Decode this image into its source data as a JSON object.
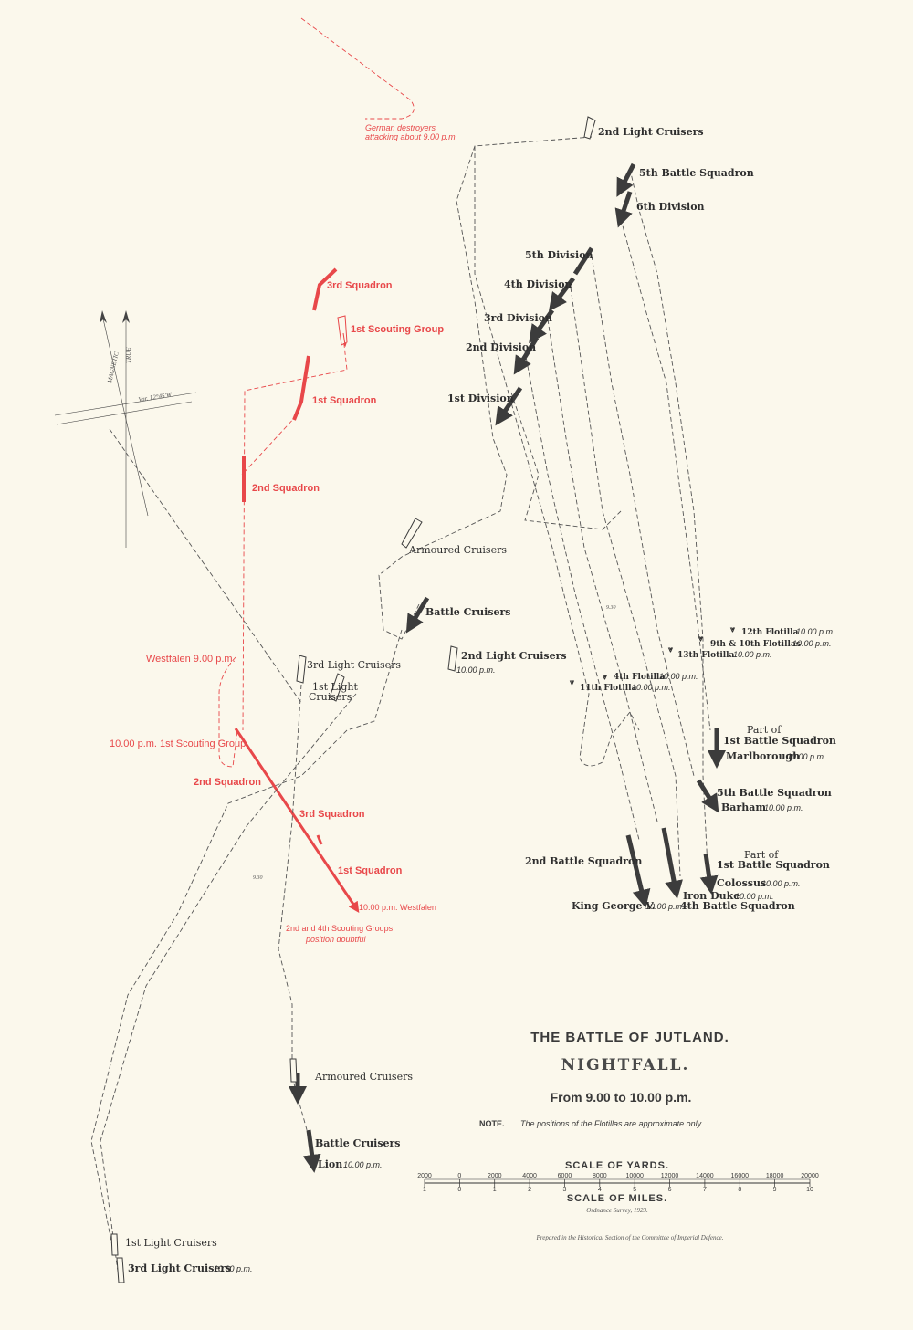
{
  "title": "THE BATTLE OF JUTLAND.",
  "subtitle": "NIGHTFALL.",
  "time_range": "From 9.00 to 10.00 p.m.",
  "note_label": "NOTE.",
  "note_text": "The positions of the Flotillas are approximate only.",
  "scale_yards_label": "SCALE OF YARDS.",
  "scale_miles_label": "SCALE OF MILES.",
  "yard_ticks": [
    "2000",
    "0",
    "2000",
    "4000",
    "6000",
    "8000",
    "10000",
    "12000",
    "14000",
    "16000",
    "18000",
    "20000"
  ],
  "mile_ticks": [
    "1",
    "0",
    "1",
    "2",
    "3",
    "4",
    "5",
    "6",
    "7",
    "8",
    "9",
    "10"
  ],
  "survey_credit": "Ordnance Survey, 1923.",
  "prepared_by": "Prepared in the Historical Section of the Committee of Imperial Defence.",
  "compass": {
    "magnetic": "MAGNETIC",
    "true": "TRUE",
    "variation": "Var. 12°45'W"
  },
  "german_labels": {
    "destroyers": "German destroyers",
    "destroyers_time": "attacking about 9.00 p.m.",
    "squadron3_top": "3rd Squadron",
    "scouting1_top": "1st Scouting Group",
    "squadron1_top": "1st Squadron",
    "squadron2_top": "2nd Squadron",
    "westfalen_9": "Westfalen 9.00 p.m.",
    "scouting1_10": "10.00 p.m. 1st Scouting Group",
    "squadron2_bottom": "2nd Squadron",
    "squadron3_bottom": "3rd Squadron",
    "squadron1_bottom": "1st Squadron",
    "westfalen_10": "10.00 p.m. Westfalen",
    "groups_doubtful_1": "2nd and 4th Scouting Groups",
    "groups_doubtful_2": "position doubtful"
  },
  "british_labels": {
    "light_cruisers_2_top": "2nd Light Cruisers",
    "battle_squadron_5_top": "5th Battle Squadron",
    "division_6": "6th Division",
    "division_5": "5th Division",
    "division_4": "4th Division",
    "division_3": "3rd Division",
    "division_2": "2nd Division",
    "division_1": "1st Division",
    "armoured_cruisers_top": "Armoured Cruisers",
    "battle_cruisers_top": "Battle Cruisers",
    "light_cruisers_3_top": "3rd Light Cruisers",
    "light_cruisers_1_top_a": "1st Light",
    "light_cruisers_1_top_b": "Cruisers",
    "light_cruisers_2_mid": "2nd Light Cruisers",
    "light_cruisers_2_mid_time": "10.00 p.m.",
    "flotilla_12": "12th Flotilla",
    "flotilla_12_time": "10.00 p.m.",
    "flotilla_9_10": "9th & 10th Flotillas",
    "flotilla_9_10_time": "10.00 p.m.",
    "flotilla_13": "13th Flotilla",
    "flotilla_13_time": "10.00 p.m.",
    "flotilla_4": "4th Flotilla",
    "flotilla_4_time": "10.00 p.m.",
    "flotilla_11": "11th Flotilla",
    "flotilla_11_time": "10.00 p.m.",
    "part_of_1": "Part of",
    "battle_squadron_1_a": "1st Battle Squadron",
    "marlborough": "Marlborough",
    "marlborough_time": "10.00 p.m.",
    "battle_squadron_5_bottom": "5th Battle Squadron",
    "barham": "Barham",
    "barham_time": "10.00 p.m.",
    "part_of_2": "Part of",
    "battle_squadron_1_b": "1st Battle Squadron",
    "colossus": "Colossus",
    "colossus_time": "10.00 p.m.",
    "battle_squadron_2": "2nd Battle Squadron",
    "iron_duke": "Iron Duke",
    "iron_duke_time": "10.00 p.m.",
    "king_george": "King George V.",
    "king_george_time": "10.00 p.m.",
    "battle_squadron_4": "4th Battle Squadron",
    "armoured_cruisers_bottom": "Armoured Cruisers",
    "battle_cruisers_bottom": "Battle Cruisers",
    "lion": "Lion",
    "lion_time": "10.00 p.m.",
    "light_cruisers_1_bottom": "1st Light Cruisers",
    "light_cruisers_3_bottom": "3rd Light Cruisers",
    "light_cruisers_3_bottom_time": "10.00 p.m.",
    "time_930_a": "9.30",
    "time_930_b": "9.30"
  },
  "colors": {
    "german": "#e8484a",
    "british": "#3c3c3c",
    "paper": "#fbf8ec"
  }
}
